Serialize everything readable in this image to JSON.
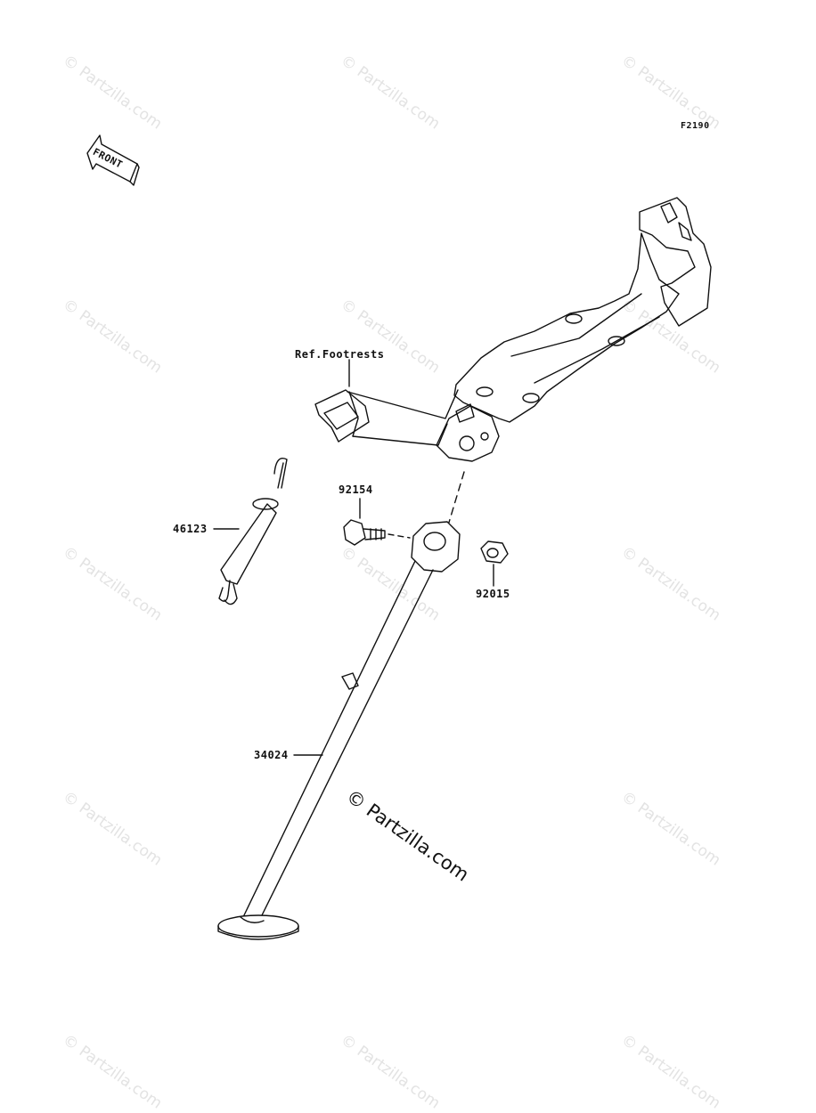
{
  "diagram": {
    "code": "F2190",
    "front_label": "FRONT",
    "watermark_main": "© Partzilla.com",
    "watermark_small": "© Partzilla.com",
    "callouts": {
      "ref_footrests": "Ref.Footrests",
      "part_92154": "92154",
      "part_46123": "46123",
      "part_92015": "92015",
      "part_34024": "34024"
    }
  }
}
